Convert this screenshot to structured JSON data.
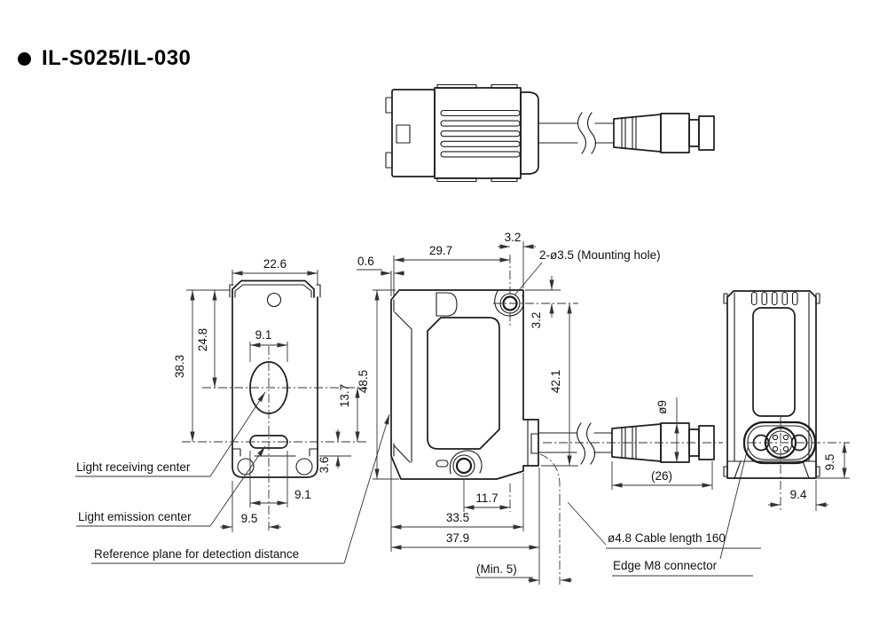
{
  "title": {
    "bullet": "●",
    "text": "IL-S025/IL-030"
  },
  "front_view": {
    "dim_width": "22.6",
    "dim_top_to_emission": "38.3",
    "dim_top_to_receiving": "24.8",
    "dim_receiving_width": "9.1",
    "dim_receiving_to_emission": "13.7",
    "dim_emission_to_reference": "3.6",
    "dim_emission_width": "9.1",
    "dim_edge_to_center": "9.5",
    "label_receiving": "Light receiving center",
    "label_emission": "Light emission center",
    "label_reference": "Reference plane for detection distance"
  },
  "side_view": {
    "dim_front_lip": "0.6",
    "dim_front_to_hole": "29.7",
    "dim_hole_to_rear": "3.2",
    "dim_top_to_hole": "3.2",
    "dim_height": "48.5",
    "dim_hole_to_cable": "42.1",
    "dim_hole_offset": "11.7",
    "dim_depth_body": "33.5",
    "dim_depth_total": "37.9",
    "dim_min_bend": "(Min. 5)",
    "label_mounting_hole": "2-ø3.5 (Mounting hole)",
    "label_cable": "ø4.8 Cable length 160",
    "label_connector": "Edge M8 connector",
    "dim_connector_dia": "ø9",
    "dim_connector_len": "(26)"
  },
  "rear_view": {
    "dim_center_to_bottom": "9.5",
    "dim_center_to_edge": "9.4"
  }
}
